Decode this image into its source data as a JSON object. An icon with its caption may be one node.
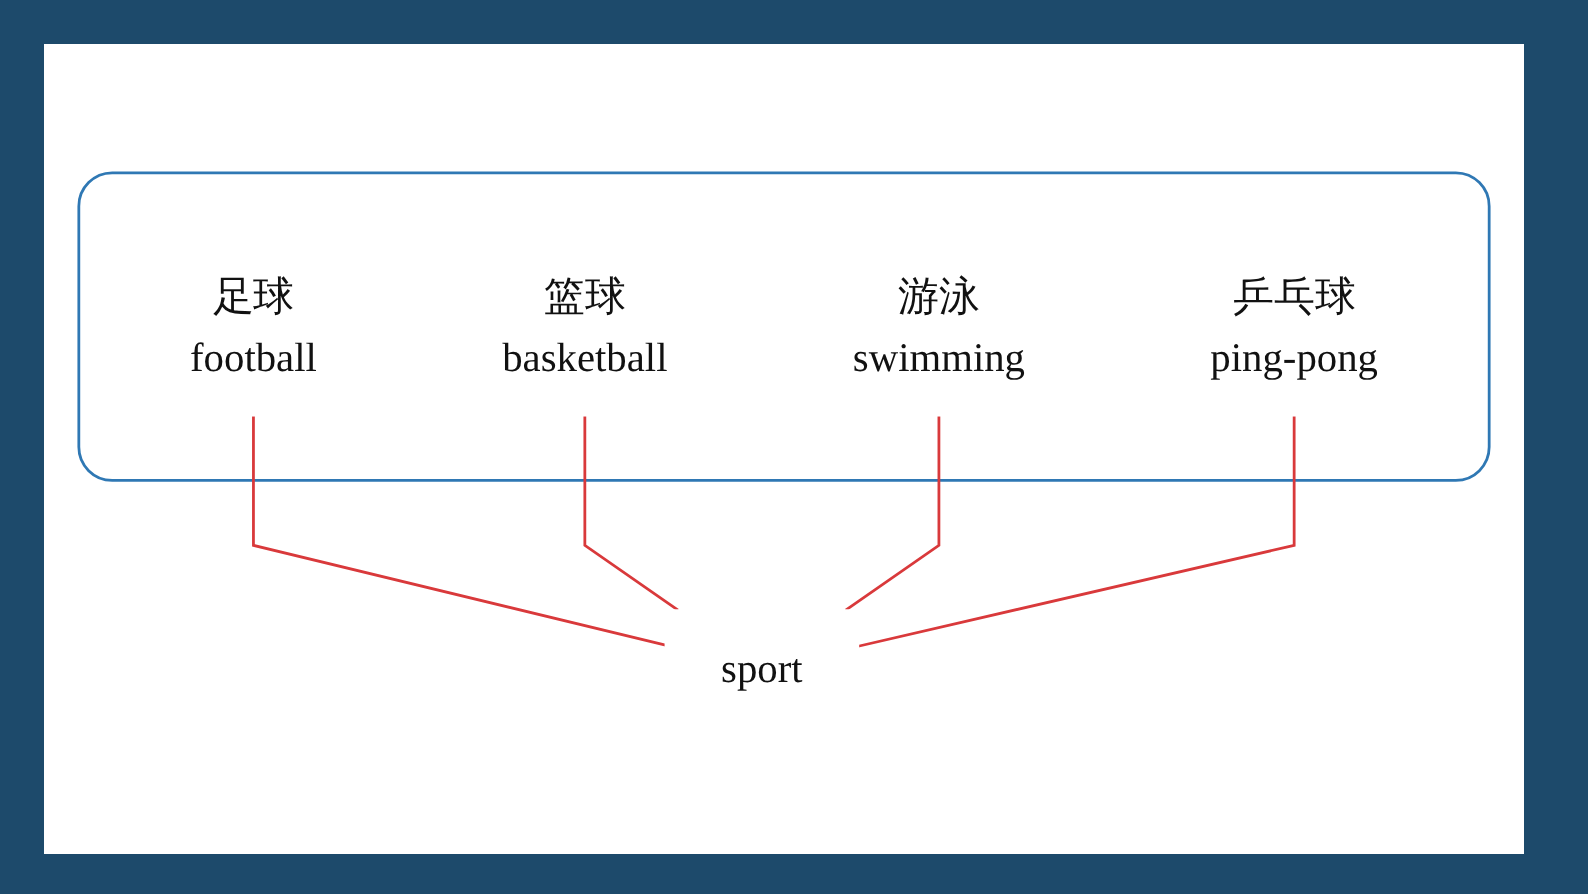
{
  "diagram": {
    "nodes": [
      {
        "text": [],
        "shape": "box"
      },
      {
        "text": [
          "足球",
          "football"
        ],
        "in": 0
      },
      {
        "text": [
          "篮球",
          "basketball"
        ],
        "in": 0
      },
      {
        "text": [
          "游泳",
          "swimming"
        ],
        "in": 0
      },
      {
        "text": [
          "乒乓球",
          "ping-pong"
        ],
        "in": 0
      },
      {
        "text": [
          "sport"
        ]
      }
    ],
    "edges": [
      {
        "from": 1,
        "to": 5,
        "arrow": "none",
        "color": "#d9393b"
      },
      {
        "from": 2,
        "to": 5,
        "arrow": "none",
        "color": "#d9393b"
      },
      {
        "from": 3,
        "to": 5,
        "arrow": "none",
        "color": "#d9393b"
      },
      {
        "from": 4,
        "to": 5,
        "arrow": "none",
        "color": "#d9393b"
      }
    ]
  }
}
